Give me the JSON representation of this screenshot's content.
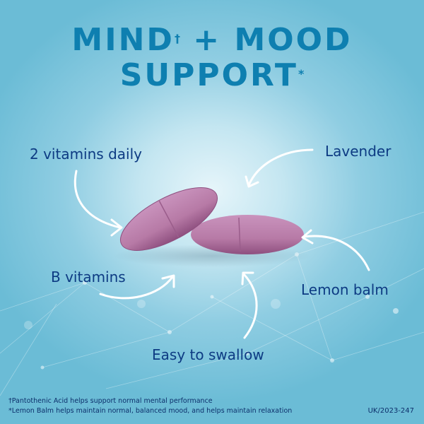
{
  "headline": {
    "line1_a": "MIND",
    "line1_mark": "†",
    "line1_b": "+ MOOD",
    "line2": "SUPPORT",
    "line2_mark": "*"
  },
  "callouts": {
    "top_left": "2 vitamins daily",
    "top_right": "Lavender",
    "mid_left": "B vitamins",
    "mid_right": "Lemon balm",
    "bottom": "Easy to swallow"
  },
  "product": {
    "tablet_count": 2,
    "tablet_color": "#b77aa6",
    "scored": true
  },
  "footnotes": [
    "†Pantothenic Acid helps support normal mental performance",
    "*Lemon Balm helps maintain normal, balanced mood, and helps maintain relaxation"
  ],
  "reference_code": "UK/2023-247",
  "colors": {
    "headline": "#0e7fb0",
    "callout_text": "#0d3b83",
    "arrow": "#ffffff",
    "background_edge": "#6bbcd6",
    "background_center": "#e6f5fa"
  }
}
